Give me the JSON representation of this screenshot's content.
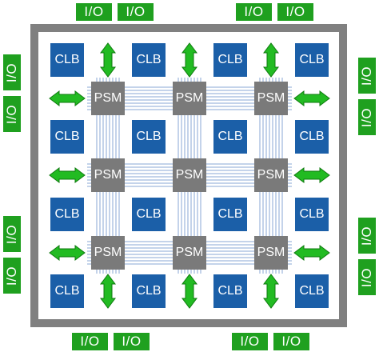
{
  "labels": {
    "io": "I/O",
    "clb": "CLB",
    "psm": "PSM"
  },
  "colors": {
    "frame": "#808080",
    "io": "#1fa01f",
    "clb": "#1b5fa8",
    "psm": "#7a7a7a",
    "arrow": "#22bb22",
    "wire": "#8aa7d6"
  },
  "diagram": {
    "clb_count": 16,
    "psm_count": 9,
    "io_count": 16,
    "arrow_count": 12
  }
}
